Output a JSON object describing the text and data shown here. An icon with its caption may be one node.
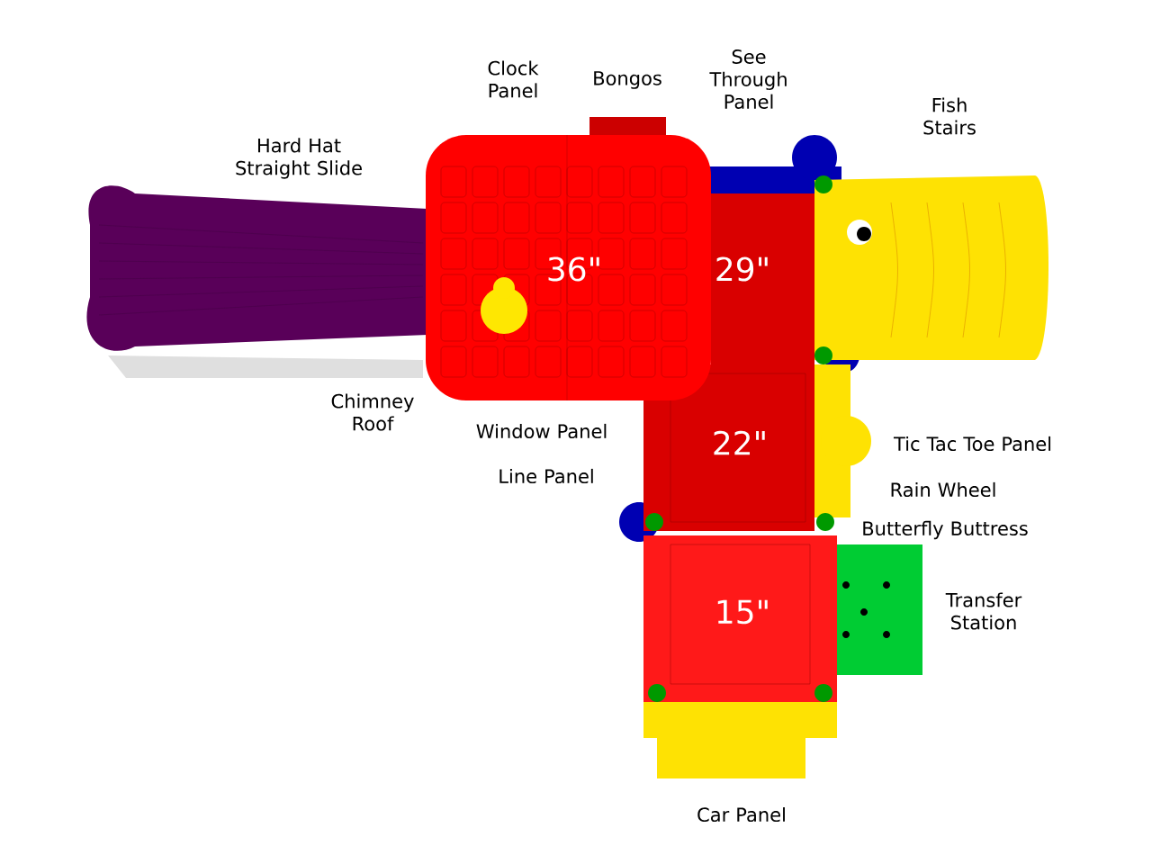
{
  "diagram": {
    "labels": [
      "See Through Panel",
      "Clock Panel",
      "Bongos",
      "Fish Stairs",
      "Hard Hat Straight Slide",
      "36\"",
      "29\"",
      "Chimney Roof",
      "Window Panel",
      "22\"",
      "Tic Tac Toe Panel",
      "Line Panel",
      "Rain Wheel",
      "Butterfly Buttress",
      "Transfer Station",
      "15\"",
      "Car Panel"
    ]
  }
}
